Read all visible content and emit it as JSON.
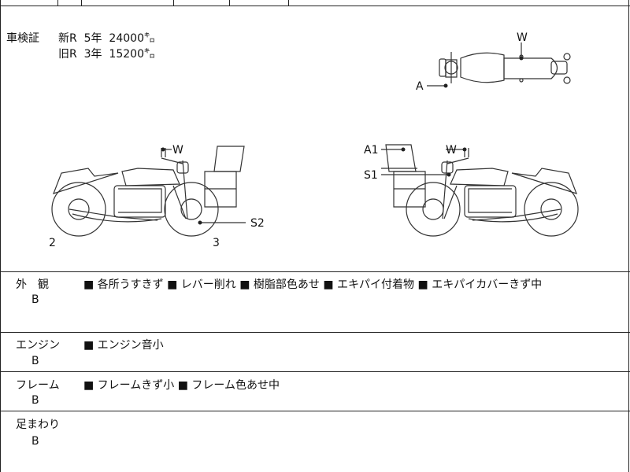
{
  "inspection": {
    "label": "車検証",
    "new_line": "新R  5年  24000㌔",
    "old_line": "旧R  3年  15200㌔"
  },
  "markers": {
    "top_w": "W",
    "top_a": "A",
    "left_w": "W",
    "left_s2": "S2",
    "left_2": "2",
    "left_3": "3",
    "right_a1": "A1",
    "right_w": "W",
    "right_s1": "S1"
  },
  "sections": [
    {
      "category": "外　観",
      "grade": "B",
      "notes": "■ 各所うすきず ■ レバー削れ ■ 樹脂部色あせ ■ エキパイ付着物 ■ エキパイカバーきず中"
    },
    {
      "category": "エンジン",
      "grade": "B",
      "notes": "■ エンジン音小"
    },
    {
      "category": "フレーム",
      "grade": "B",
      "notes": "■ フレームきず小 ■ フレーム色あせ中"
    },
    {
      "category": "足まわり",
      "grade": "B",
      "notes": ""
    }
  ]
}
